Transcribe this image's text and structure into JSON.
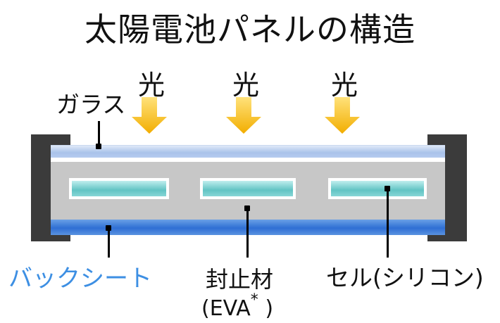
{
  "title": "太陽電池パネルの構造",
  "labels": {
    "light": "光",
    "glass": "ガラス",
    "backsheet": "バックシート",
    "sealant": "封止材",
    "eva": "(EVA",
    "eva_mark": "*",
    "eva_close": " )",
    "cell": "セル(シリコン)"
  },
  "colors": {
    "backsheet_label": "#3d8fe3",
    "arrow": "#f5b800",
    "frame": "#3b3b3b",
    "glass": "#a9c2ea",
    "sealant": "#c7c7c7",
    "backsheet": "#2f6fd4",
    "cell": "#62c4c4"
  },
  "icons": [
    "arrow-down-icon"
  ]
}
